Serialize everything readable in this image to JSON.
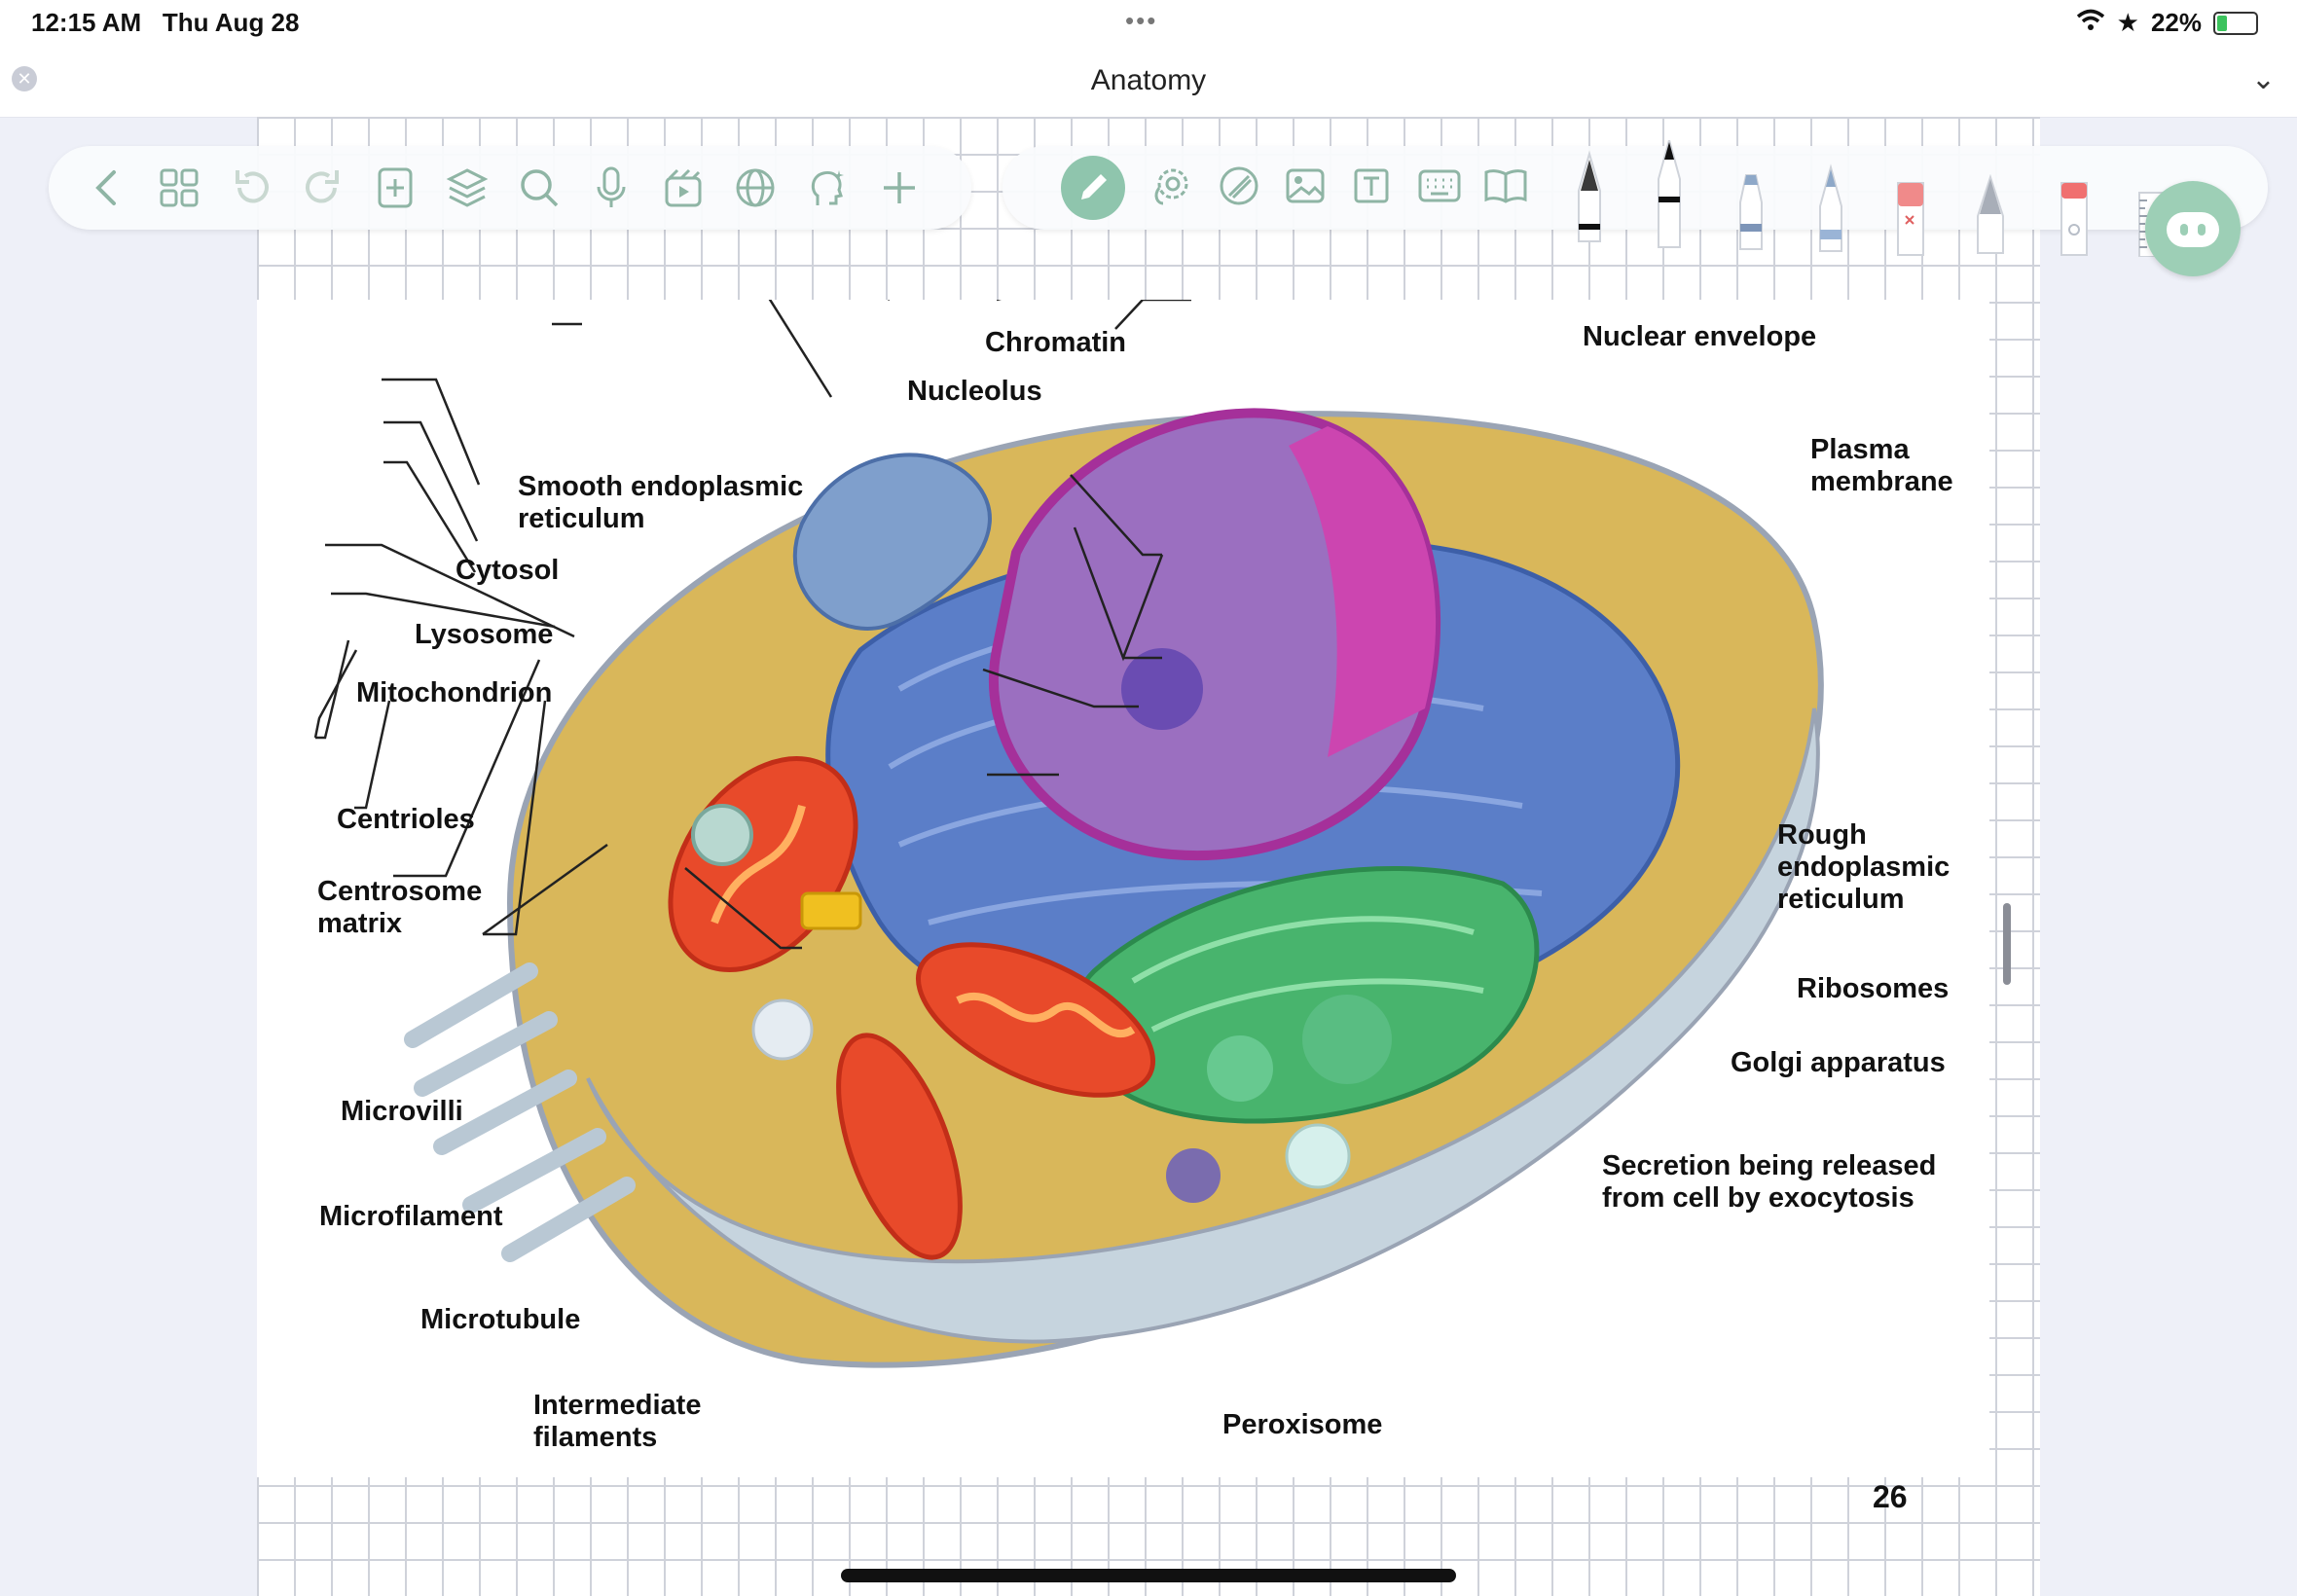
{
  "status_bar": {
    "time": "12:15 AM",
    "date": "Thu Aug 28",
    "dots": "•••",
    "battery": "22%",
    "battery_level": 0.22
  },
  "title_bar": {
    "title": "Anatomy"
  },
  "toolbar": {
    "left_icons": [
      "back-icon",
      "grid-icon",
      "undo-icon",
      "redo-icon",
      "add-page-icon",
      "layers-icon",
      "search-icon",
      "microphone-icon",
      "media-icon",
      "globe-icon",
      "ai-head-icon",
      "plus-icon"
    ],
    "right_icons": [
      "pen-icon",
      "lasso-icon",
      "highlighter-icon",
      "image-icon",
      "text-box-icon",
      "keyboard-icon",
      "book-icon"
    ],
    "accent": "#8fc5ad"
  },
  "diagram": {
    "labels": {
      "chromatin": "Chromatin",
      "nucleolus": "Nucleolus",
      "nuclear_envelope": "Nuclear envelope",
      "plasma_membrane_1": "Plasma",
      "plasma_membrane_2": "membrane",
      "smooth_er_1": "Smooth endoplasmic",
      "smooth_er_2": "reticulum",
      "cytosol": "Cytosol",
      "lysosome": "Lysosome",
      "mitochondrion": "Mitochondrion",
      "centrioles": "Centrioles",
      "centrosome_1": "Centrosome",
      "centrosome_2": "matrix",
      "microvilli": "Microvilli",
      "microfilament": "Microfilament",
      "microtubule": "Microtubule",
      "intermediate_1": "Intermediate",
      "intermediate_2": "filaments",
      "rough_er_1": "Rough",
      "rough_er_2": "endoplasmic",
      "rough_er_3": "reticulum",
      "ribosomes": "Ribosomes",
      "golgi": "Golgi apparatus",
      "secretion_1": "Secretion being released",
      "secretion_2": "from cell by exocytosis",
      "peroxisome": "Peroxisome"
    }
  },
  "page_number": "26"
}
